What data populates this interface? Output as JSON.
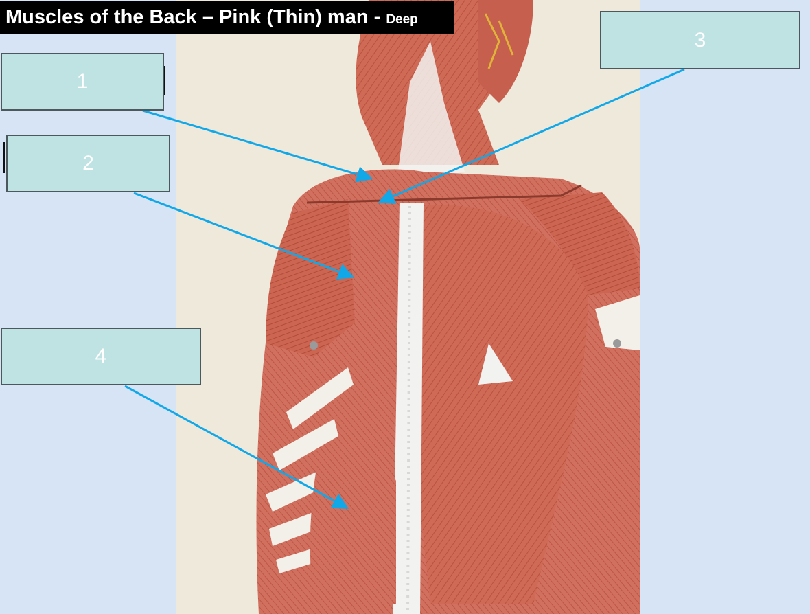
{
  "title": {
    "main": "Muscles of the Back – Pink (Thin) man - ",
    "sub": "Deep"
  },
  "labels": [
    {
      "id": "1",
      "text": "1"
    },
    {
      "id": "2",
      "text": "2"
    },
    {
      "id": "3",
      "text": "3"
    },
    {
      "id": "4",
      "text": "4"
    }
  ],
  "colors": {
    "slide_background": "#d6e4f5",
    "photo_wall": "#efe9dc",
    "label_fill": "#bfe3e3",
    "label_border": "#4c585c",
    "leader_line": "#12a8e8",
    "muscle": "#cf6a57",
    "tendon": "#f2f2f0"
  },
  "image": {
    "subject": "anatomical torso model, posterior view, deep back muscles"
  }
}
